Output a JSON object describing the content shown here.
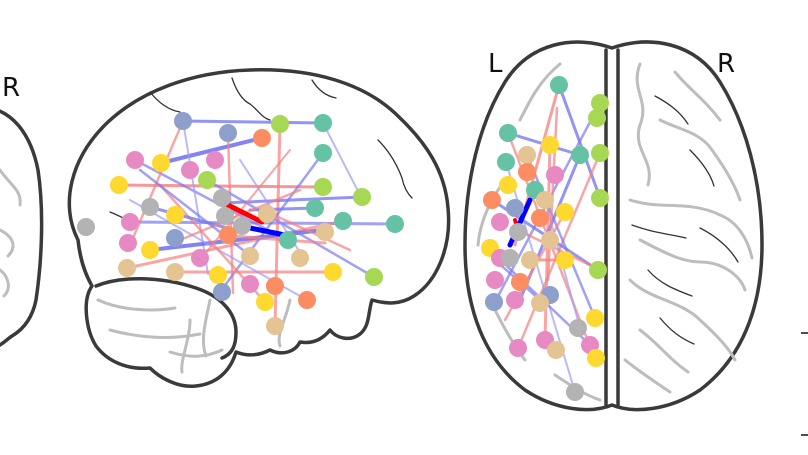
{
  "orientation_labels": {
    "sagittal_right": "R",
    "axial_left": "L",
    "axial_right": "R"
  },
  "colors": {
    "node_palette": [
      "#66c2a5",
      "#fc8d62",
      "#8da0cb",
      "#e78ac3",
      "#a6d854",
      "#ffd92f",
      "#e5c494",
      "#b3b3b3"
    ],
    "edge_positive": "#f26b6b",
    "edge_negative": "#6f6ff0",
    "edge_strong_positive": "#ff0000",
    "edge_strong_negative": "#0000ff",
    "outline": "#3a3a3a"
  }
}
